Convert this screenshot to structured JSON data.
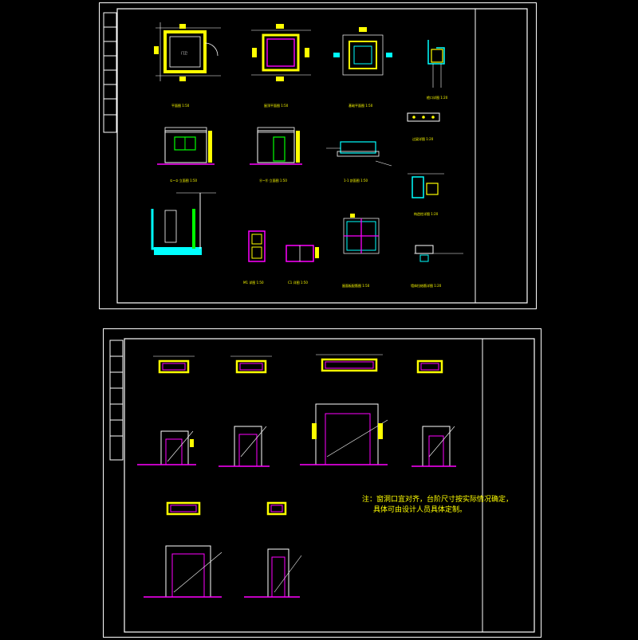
{
  "colors": {
    "background": "#000000",
    "frame": "#ffffff",
    "wall": "#ffff00",
    "outline": "#ff00ff",
    "dimension": "#00ffff",
    "label": "#ffff00"
  },
  "sheet1": {
    "title_labels": [
      "平面图 1:50",
      "屋顶平面图 1:50",
      "基础平面图 1:50",
      "檐口详图 1:20",
      "①~② 立面图 1:50",
      "Ⓐ~Ⓑ 立面图 1:50",
      "1-1 剖面图 1:50",
      "过梁详图 1:20",
      "构造柱详图 1:20",
      "M1 详图 1:50",
      "C1 详图 1:50",
      "屋面板配筋图 1:50",
      "墙体拉结筋详图 1:20"
    ]
  },
  "sheet2": {
    "note_lines": [
      "注：窗洞口宜对齐，台阶尺寸按实际情况确定，",
      "具体可由设计人员具体定制。"
    ]
  }
}
